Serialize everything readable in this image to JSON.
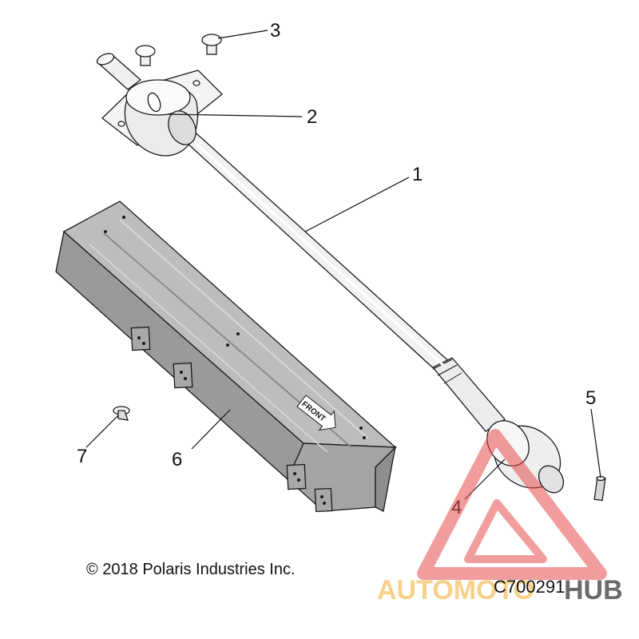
{
  "callouts": {
    "c1": "1",
    "c2": "2",
    "c3": "3",
    "c4": "4",
    "c5": "5",
    "c6": "6",
    "c7": "7"
  },
  "footer": {
    "copyright": "© 2018 Polaris Industries Inc.",
    "diagram_id": "C700291"
  },
  "watermark": {
    "part1": "AUTOMOTO",
    "part2": "HUB",
    "color_red": "#e84e4e",
    "color_orange": "#f2b13c",
    "color_gray": "#3a3a3a"
  },
  "parts": {
    "shield_label": "FRONT"
  },
  "colors": {
    "shaft": "#f2f2f2",
    "shield": "#b7b7b7",
    "shield_dark": "#8f8f8f",
    "outline": "#1a1a1a"
  }
}
